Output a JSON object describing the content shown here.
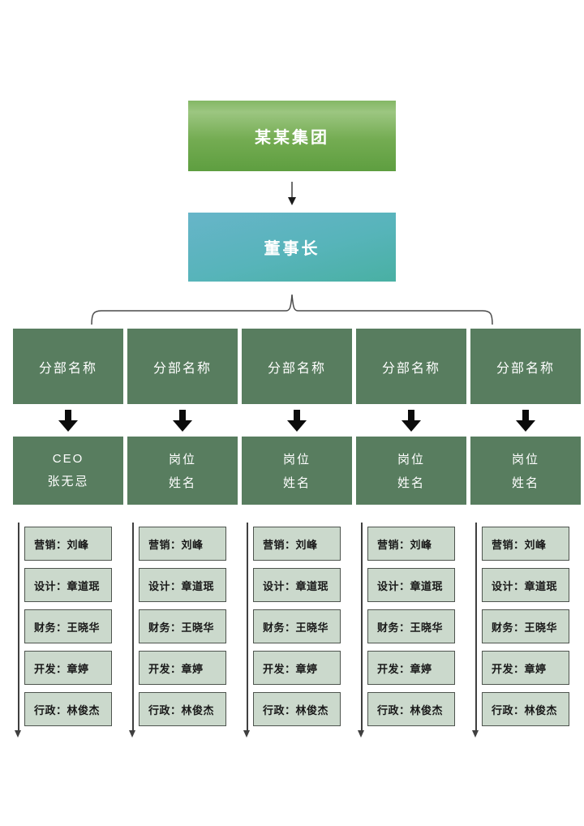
{
  "org": {
    "root": "某某集团",
    "chairman": "董事长",
    "columns": [
      {
        "division": "分部名称",
        "position": "CEO",
        "person": "张无忌",
        "staff": [
          "营销：刘峰",
          "设计：章道珉",
          "财务：王晓华",
          "开发：章婷",
          "行政：林俊杰"
        ]
      },
      {
        "division": "分部名称",
        "position": "岗位",
        "person": "姓名",
        "staff": [
          "营销：刘峰",
          "设计：章道珉",
          "财务：王晓华",
          "开发：章婷",
          "行政：林俊杰"
        ]
      },
      {
        "division": "分部名称",
        "position": "岗位",
        "person": "姓名",
        "staff": [
          "营销：刘峰",
          "设计：章道珉",
          "财务：王晓华",
          "开发：章婷",
          "行政：林俊杰"
        ]
      },
      {
        "division": "分部名称",
        "position": "岗位",
        "person": "姓名",
        "staff": [
          "营销：刘峰",
          "设计：章道珉",
          "财务：王晓华",
          "开发：章婷",
          "行政：林俊杰"
        ]
      },
      {
        "division": "分部名称",
        "position": "岗位",
        "person": "姓名",
        "staff": [
          "营销：刘峰",
          "设计：章道珉",
          "财务：王晓华",
          "开发：章婷",
          "行政：林俊杰"
        ]
      }
    ]
  },
  "colors": {
    "root_gradient_top": "#84b765",
    "root_gradient_light": "#9cc681",
    "root_gradient_bottom": "#5e9e40",
    "chairman_gradient_start": "#67b5c9",
    "chairman_gradient_end": "#49b0a3",
    "division_fill": "#587d5f",
    "staff_fill": "#cbd9cc",
    "staff_border": "#4e544e",
    "connector_gray": "#4a4a4a",
    "arrow_black": "#0b0b0b",
    "text_on_dark": "#ffffff",
    "text_dark": "#191919"
  }
}
